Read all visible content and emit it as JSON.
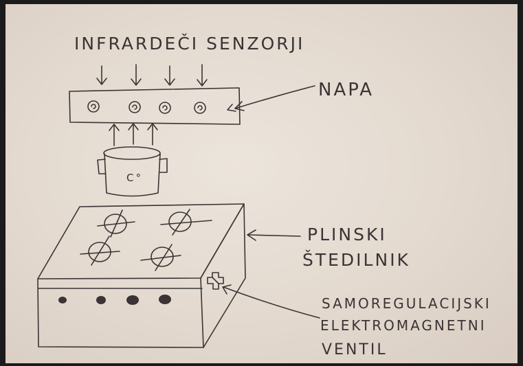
{
  "labels": {
    "sensors": "INFRARDEČI SENZORJI",
    "hood": "NAPA",
    "stove_line1": "PLINSKI",
    "stove_line2": "ŠTEDILNIK",
    "valve_line1": "SAMOREGULACIJSKI",
    "valve_line2": "ELEKTROMAGNETNI",
    "valve_line3": "VENTIL",
    "pot_temperature": "C°"
  },
  "colors": {
    "ink": "#3a3434",
    "paper": "#e6ded4"
  },
  "icons": {
    "sensor": "spiral-icon",
    "burner": "crossed-circle-icon",
    "knob": "hatched-knob-icon",
    "valve": "cross-valve-icon"
  }
}
